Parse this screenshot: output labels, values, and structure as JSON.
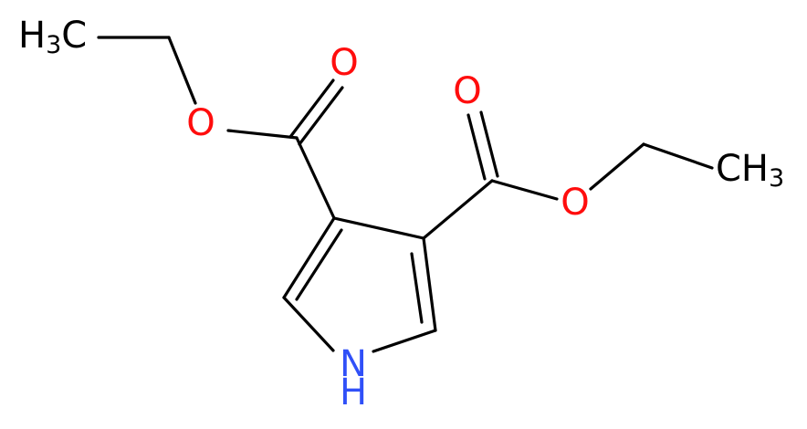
{
  "molecule": {
    "labels": {
      "methyl_left": {
        "main_before": "H",
        "subscript": "3",
        "main_after": "C"
      },
      "methyl_right": {
        "main_before": "CH",
        "subscript": "3"
      },
      "oxygen_ester_left": "O",
      "oxygen_carbonyl_left": "O",
      "oxygen_carbonyl_right": "O",
      "oxygen_ester_right": "O",
      "nitrogen": "N",
      "nitrogen_h": "H"
    },
    "colors": {
      "bond": "#000000",
      "oxygen": "#ff0d0d",
      "nitrogen": "#3050f8",
      "carbon_label": "#000000"
    }
  }
}
